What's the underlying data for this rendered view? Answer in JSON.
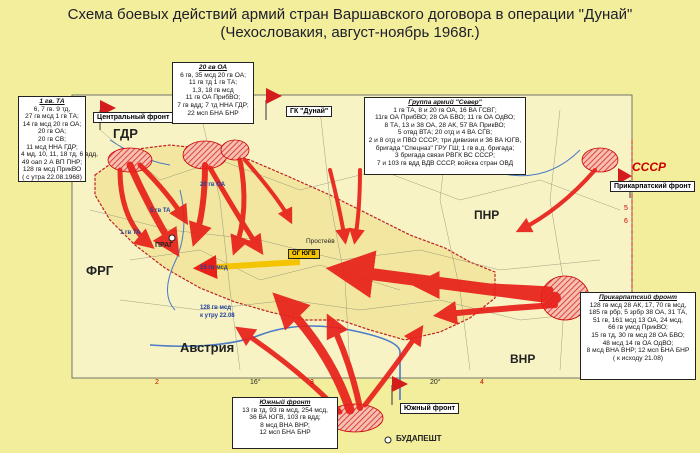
{
  "title": {
    "line1": "Схема боевых действий армий стран Варшавского договора в операции \"Дунай\"",
    "line2": "(Чехословакия, август-ноябрь 1968г.)"
  },
  "boxes": {
    "gta1": {
      "header": "1 гв. ТА",
      "lines": [
        "6, 7 гв. 9 тд,",
        "27 гв мсд 1 гв ТА;",
        "14 гв мсд 20 гв ОА;",
        "20 гв ОА;",
        "20 гв СВ;",
        "11 мсд ННА ГДР;",
        "4 мд, 10, 11, 18 тд, 6 вдд,",
        "49 оап 2 А ВП ПНР;",
        "128 гв мсд ПрикВО",
        "( с утра 22.08.1968)"
      ]
    },
    "oa20": {
      "header": "20 гв ОА",
      "lines": [
        "6 гв, 35 мсд 20 гв ОА;",
        "11 гв тд 1 гв ТА;",
        "1,3, 18 гв мсд",
        "11 гв ОА ПрибВО;",
        "7 гв вдд; 7 тд ННА ГДР;",
        "22 мсп БНА БНР"
      ]
    },
    "sever": {
      "header": "Группа армий \"Север\"",
      "lines": [
        "1 гв ТА, 8 и 20 гв ОА, 16 ВА ГСВГ;",
        "11гв ОА ПрибВО; 28 ОА БВО; 11 гв ОА ОдВО;",
        "8 ТА, 13 и 38 ОА, 28 АК, 57 ВА ПрикВО;",
        "5 отвд ВТА; 20 отд и 4 ВА СГВ;",
        "2 и 8 отд и ПВО СССР; три дивизии и 36 ВА ЮГВ,",
        "бригада \"Спецназ\" ГРУ ГШ; 1 гв в.д. бригада;",
        "3 бригада связи РВГК ВС СССР;",
        "7 и 103 гв вдд ВДВ СССР, войска стран ОВД"
      ]
    },
    "prikarp": {
      "header": "Прикарпатский фронт",
      "lines": [
        "128 гв мсд 28 АК, 17, 70 гв мсд,",
        "185 гв рбр, 5 зрбр 38 ОА, 31 ТА,",
        "51 гв, 161 мсд 13 ОА, 24 мсд,",
        "66 гв умсд ПрикВО;",
        "15 гв тд, 30 гв мсд 28 ОА БВО;",
        "48 мсд 14 гв ОА ОдВО;",
        "8 мсд ВНА ВНР; 12 мсп БНА БНР",
        "( к исходу 21.08)"
      ]
    },
    "yug": {
      "header": "Южный фронт",
      "lines": [
        "13 гв тд, 93 гв мсд, 254 мсд,",
        "36 ВА ЮГВ, 103 гв вдд;",
        "8 мсд ВНА ВНР;",
        "12 мсп БНА БНР"
      ]
    }
  },
  "flags": {
    "gsk": "ГК \"Дунай\"",
    "central": "Центральный фронт",
    "prikarp": "Прикарпатский фронт",
    "south": "Южный фронт",
    "og": "ОГ ЮГВ"
  },
  "countries": {
    "gdr": "ГДР",
    "frg": "ФРГ",
    "pnr": "ПНР",
    "vnr": "ВНР",
    "austria": "Австрия",
    "ussr": "СССР"
  },
  "cities": {
    "budapest": "БУДАПЕШТ",
    "prague": "ПРАГ",
    "prostejov": "Простеёв"
  },
  "annotations": {
    "u2": "20 гв ОА",
    "u1": "5 гв ТА",
    "u3": "1 гв ТА",
    "u4": "15 гв мсд",
    "u5": "128 гв мсд",
    "u6": "к утру 22.08"
  },
  "grid": {
    "bottom_ticks": [
      "2",
      "16°",
      "3",
      "20°",
      "4"
    ],
    "right_ticks": [
      "5",
      "6"
    ]
  },
  "colors": {
    "background": "#f2ee9c",
    "map_land": "#f6f0b0",
    "attack_arrow": "#e8201a",
    "border_line": "#d02020",
    "flag": "#d41c1c",
    "og_yellow": "#f5c400"
  }
}
